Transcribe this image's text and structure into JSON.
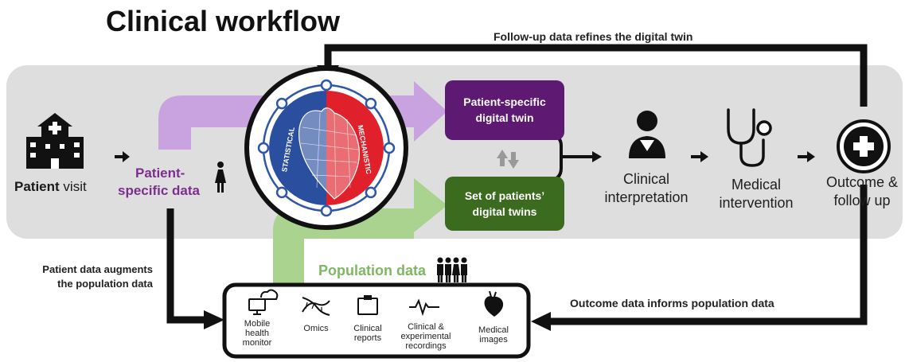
{
  "title": "Clinical workflow",
  "captions": {
    "top": "Follow-up data refines the digital twin",
    "left_line1": "Patient data augments",
    "left_line2": "the population data",
    "bottom_right": "Outcome data informs population data"
  },
  "patient_visit": {
    "bold": "Patient",
    "rest": " visit"
  },
  "patient_data": {
    "line1": "Patient-",
    "line2": "specific data"
  },
  "heart": {
    "left_label": "STATISTICAL",
    "right_label": "MECHANISTIC"
  },
  "boxes": {
    "patient_twin": {
      "line1": "Patient-specific",
      "line2": "digital twin",
      "color": "#5e1a72"
    },
    "population_twins": {
      "line1": "Set of patients’",
      "line2": "digital twins",
      "color": "#3a6b1e"
    }
  },
  "steps": {
    "interpretation": {
      "line1": "Clinical",
      "line2": "interpretation"
    },
    "intervention": {
      "line1": "Medical",
      "line2": "intervention"
    },
    "outcome": {
      "line1": "Outcome &",
      "line2": "follow up"
    }
  },
  "population_label": "Population data",
  "sources": [
    {
      "icon": "monitor-cloud-icon",
      "lines": [
        "Mobile",
        "health",
        "monitor"
      ]
    },
    {
      "icon": "dna-icon",
      "lines": [
        "Omics"
      ]
    },
    {
      "icon": "clipboard-icon",
      "lines": [
        "Clinical",
        "reports"
      ]
    },
    {
      "icon": "ecg-icon",
      "lines": [
        "Clinical &",
        "experimental",
        "recordings"
      ]
    },
    {
      "icon": "heart-image-icon",
      "lines": [
        "Medical",
        "images"
      ]
    }
  ],
  "colors": {
    "band": "#dedede",
    "purple_arrow": "#c9a3e0",
    "green_arrow": "#a9d38f",
    "purple_text": "#7c2e90",
    "green_text": "#7fb762",
    "red": "#e0202a",
    "blue": "#2a4f9e"
  }
}
